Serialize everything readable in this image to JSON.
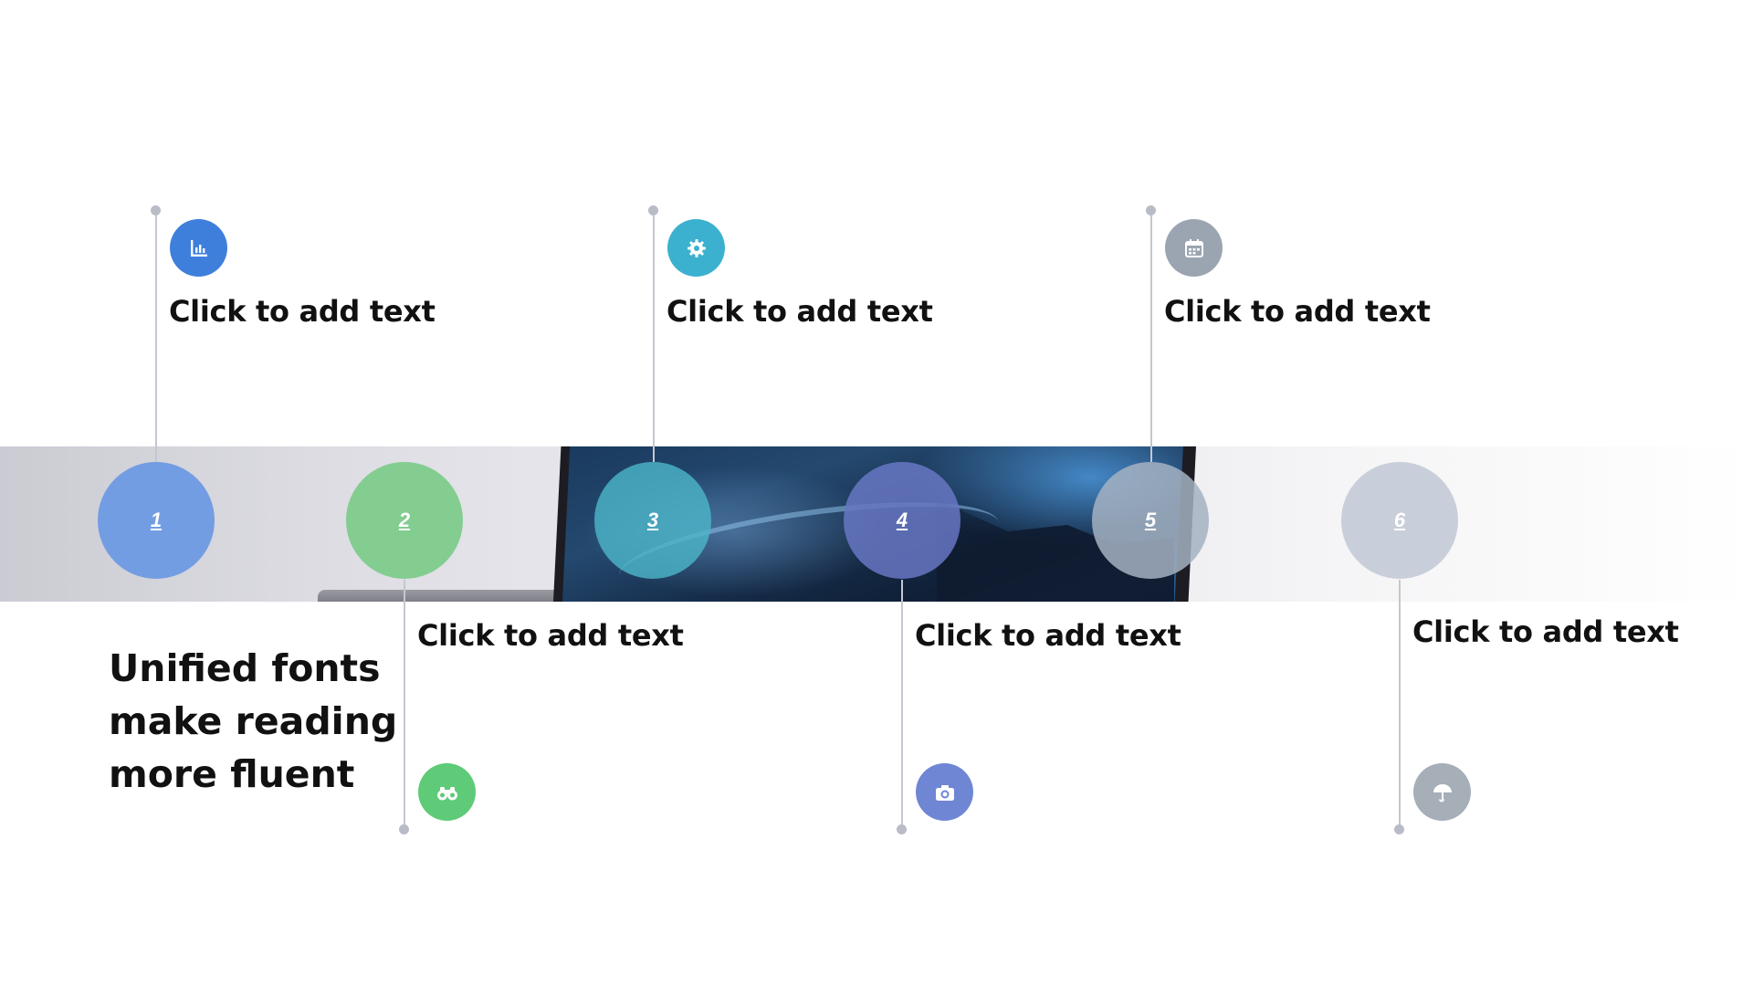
{
  "headline": "Unified fonts make reading more fluent",
  "colors": {
    "node1": "#6f9be3",
    "node2": "#80cc8d",
    "node3": "#4cb5c8",
    "node4": "#6777c3",
    "node5": "#a5b1c2",
    "node6": "#c5ccd8",
    "icon_chart": "#3f7fdc",
    "icon_gear": "#3cb1cf",
    "icon_calendar": "#9aa5b1",
    "icon_binoculars": "#5fca78",
    "icon_camera": "#6f86d4",
    "icon_umbrella": "#a6aeb8",
    "connector": "#c4c7d0"
  },
  "timeline": [
    {
      "number": "1",
      "text": "Click to add text",
      "icon": "bar-chart-icon"
    },
    {
      "number": "2",
      "text": "Click to add text",
      "icon": "binoculars-icon"
    },
    {
      "number": "3",
      "text": "Click to add text",
      "icon": "gear-icon"
    },
    {
      "number": "4",
      "text": "Click to add text",
      "icon": "camera-icon"
    },
    {
      "number": "5",
      "text": "Click to add text",
      "icon": "calendar-icon"
    },
    {
      "number": "6",
      "text": "Click to add text",
      "icon": "umbrella-icon"
    }
  ]
}
